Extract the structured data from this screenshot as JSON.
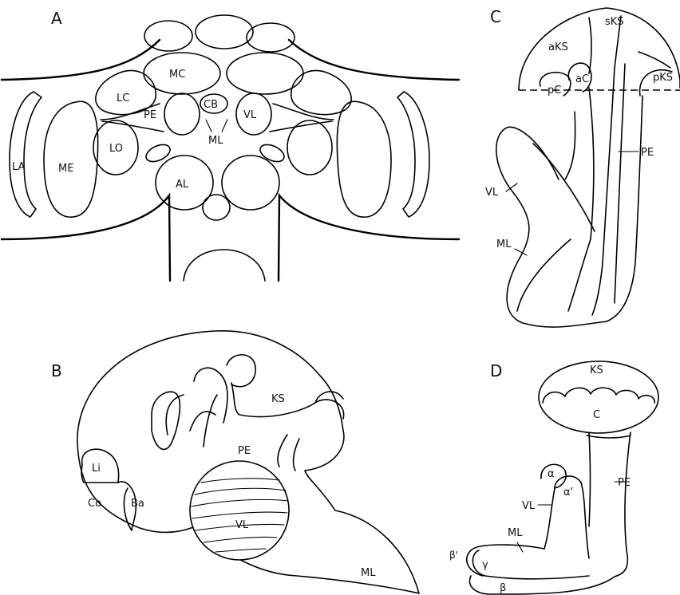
{
  "panels": {
    "A": {
      "letter": "A",
      "labels": {
        "MC": "MC",
        "LC": "LC",
        "CB": "CB",
        "PE": "PE",
        "VL": "VL",
        "ML": "ML",
        "LO": "LO",
        "LA": "LA",
        "ME": "ME",
        "AL": "AL"
      }
    },
    "B": {
      "letter": "B",
      "labels": {
        "KS": "KS",
        "PE": "PE",
        "Li": "Li",
        "Co": "Co",
        "Ba": "Ba",
        "VL": "VL",
        "ML": "ML"
      }
    },
    "C": {
      "letter": "C",
      "labels": {
        "sKS": "sKS",
        "aKS": "aKS",
        "aC": "aC",
        "pC": "pC",
        "pKS": "pKS",
        "PE": "PE",
        "VL": "VL",
        "ML": "ML"
      }
    },
    "D": {
      "letter": "D",
      "labels": {
        "KS": "KS",
        "C": "C",
        "alpha": "α",
        "alpha_prime": "α'",
        "PE": "PE",
        "VL": "VL",
        "ML": "ML",
        "beta_prime": "β'",
        "gamma": "γ",
        "beta": "β"
      }
    }
  }
}
